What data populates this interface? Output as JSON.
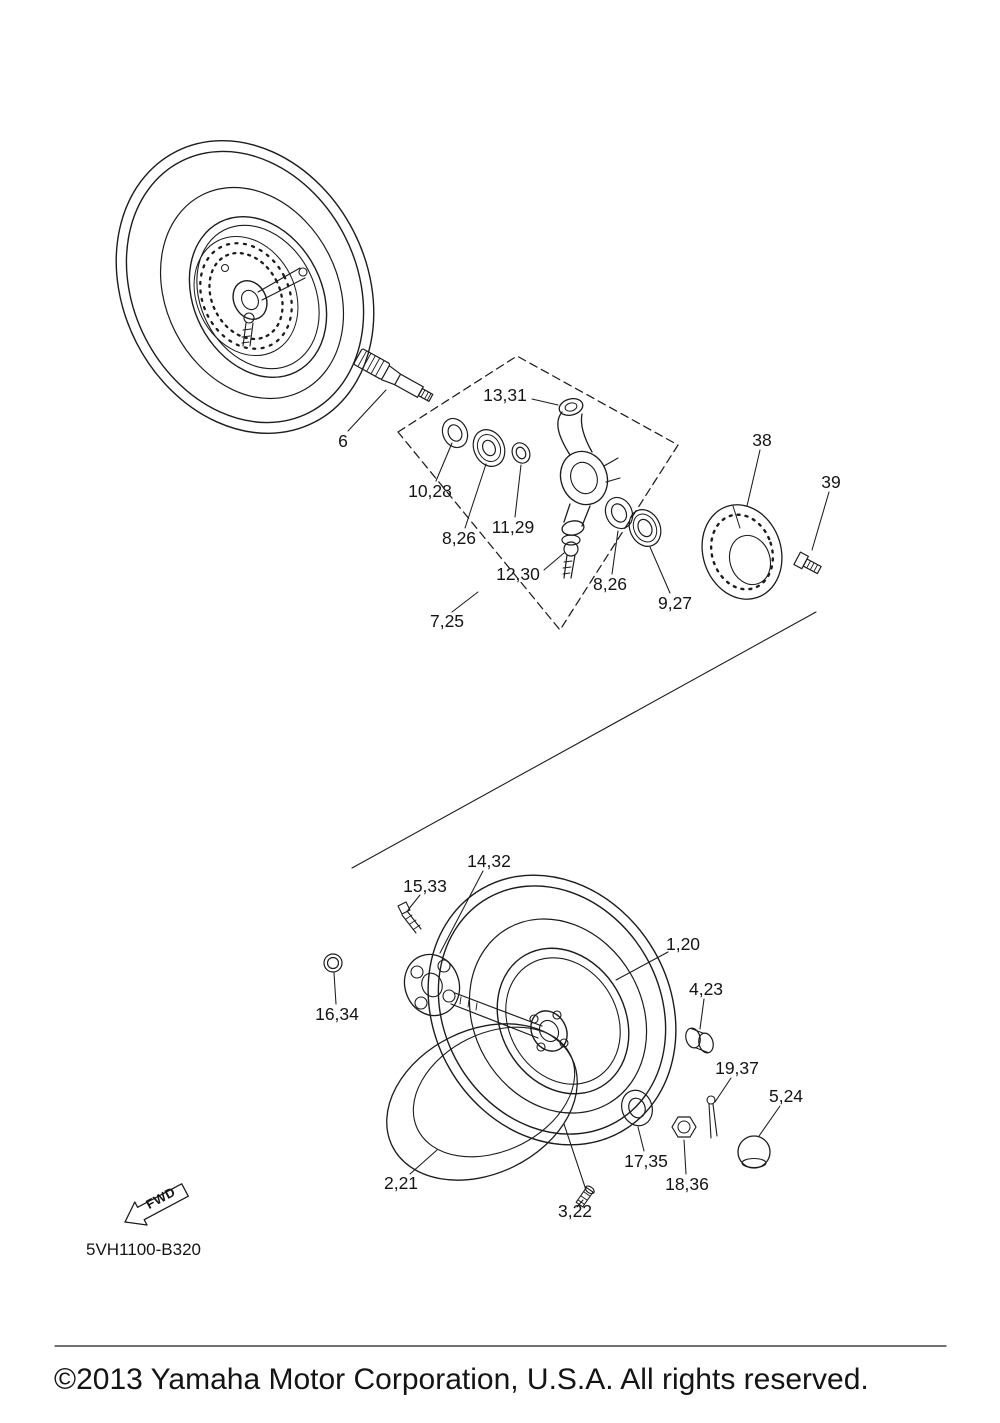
{
  "diagram": {
    "drawing_code": "5VH1100-B320",
    "fwd_label": "FWD",
    "copyright": "©2013 Yamaha Motor Corporation, U.S.A. All rights reserved.",
    "labels": [
      {
        "text": "13,31"
      },
      {
        "text": "6"
      },
      {
        "text": "38"
      },
      {
        "text": "39"
      },
      {
        "text": "10,28"
      },
      {
        "text": "8,26"
      },
      {
        "text": "11,29"
      },
      {
        "text": "12,30"
      },
      {
        "text": "8,26"
      },
      {
        "text": "9,27"
      },
      {
        "text": "7,25"
      },
      {
        "text": "14,32"
      },
      {
        "text": "15,33"
      },
      {
        "text": "1,20"
      },
      {
        "text": "16,34"
      },
      {
        "text": "4,23"
      },
      {
        "text": "19,37"
      },
      {
        "text": "5,24"
      },
      {
        "text": "2,21"
      },
      {
        "text": "17,35"
      },
      {
        "text": "18,36"
      },
      {
        "text": "3,22"
      }
    ]
  }
}
